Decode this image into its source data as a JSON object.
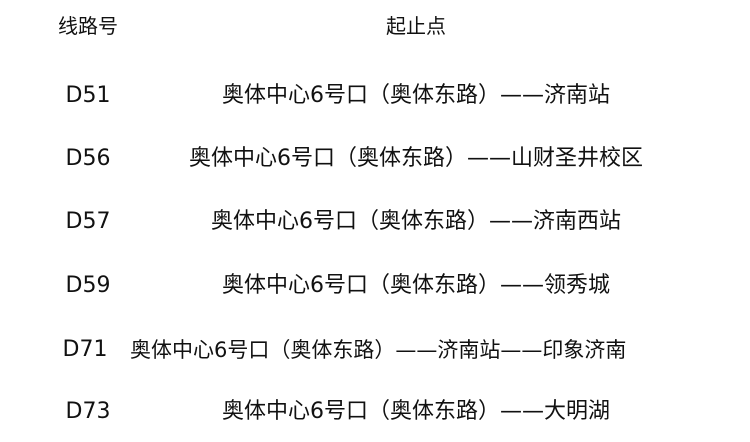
{
  "header": {
    "line_no_label": "线路号",
    "endpoints_label": "起止点"
  },
  "routes": [
    {
      "line": "D51",
      "endpoints": "奥体中心6号口（奥体东路）——济南站"
    },
    {
      "line": "D56",
      "endpoints": "奥体中心6号口（奥体东路）——山财圣井校区"
    },
    {
      "line": "D57",
      "endpoints": "奥体中心6号口（奥体东路）——济南西站"
    },
    {
      "line": "D59",
      "endpoints": "奥体中心6号口（奥体东路）——领秀城"
    },
    {
      "line": "D71",
      "endpoints": "奥体中心6号口（奥体东路）——济南站——印象济南"
    },
    {
      "line": "D73",
      "endpoints": "奥体中心6号口（奥体东路）——大明湖"
    }
  ]
}
